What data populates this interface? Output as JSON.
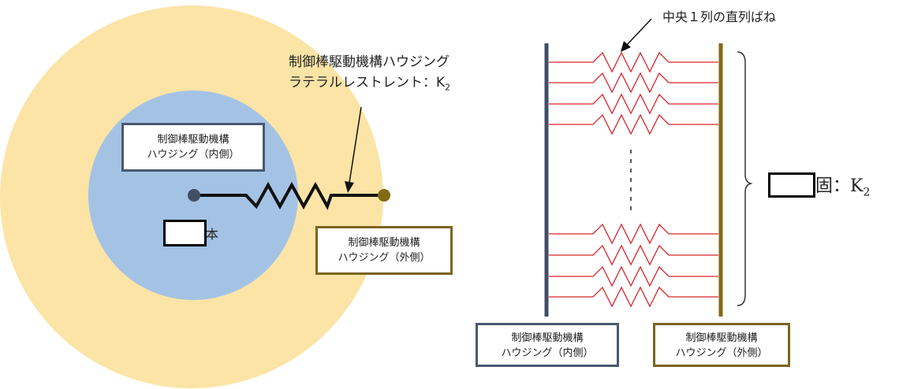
{
  "left_diagram": {
    "title_line1": "制御棒駆動機構ハウジング",
    "title_line2": "ラテラルレストレント：K",
    "title_sub": "2",
    "inner_label": [
      "制御棒駆動機構",
      "ハウジング（内側）"
    ],
    "outer_label": [
      "制御棒駆動機構",
      "ハウジング（外側）"
    ],
    "count_suffix": "本",
    "colors": {
      "outer_circle": "#fbe4a6",
      "inner_circle": "#a4c3e4",
      "inner_node": "#404e66",
      "outer_node": "#826a14"
    }
  },
  "right_diagram": {
    "arrow_label": "中央１列の直列ばね",
    "brace_label": "固：K",
    "brace_sub": "2",
    "inner_label": [
      "制御棒駆動機構",
      "ハウジング（内側）"
    ],
    "outer_label": [
      "制御棒駆動機構",
      "ハウジング（外側）"
    ],
    "colors": {
      "left_wall": "#404e66",
      "right_wall": "#826a14",
      "spring": "#d9242a"
    }
  }
}
